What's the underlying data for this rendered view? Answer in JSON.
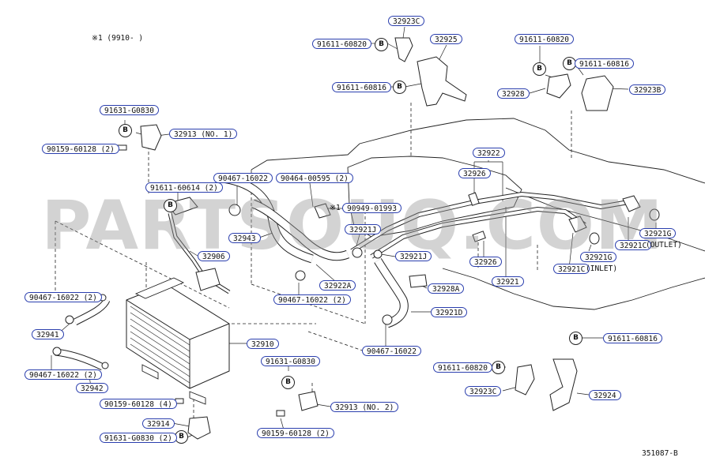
{
  "header_note": "※1 (9910-      )",
  "diagram_code": "351087-B",
  "watermark": "PARTSOUQ.COM",
  "marker_letter": "B",
  "colors": {
    "label_border": "#2b3fae",
    "line": "#222222"
  },
  "labels": {
    "p32923c_top": "32923C",
    "p91611_60820_top": "91611-60820",
    "p32925": "32925",
    "p91611_60816_mid": "91611-60816",
    "p91611_60820_tr": "91611-60820",
    "p91611_60816_tr": "91611-60816",
    "p32928": "32928",
    "p32923b": "32923B",
    "p91631_g0830_l": "91631-G0830",
    "p32913_no1": "32913 (NO. 1)",
    "p90159_60128_2a": "90159-60128 (2)",
    "p32922": "32922",
    "p32926_a": "32926",
    "p90467_16022_a": "90467-16022",
    "p90464_00595": "90464-00595 (2)",
    "p91611_60614": "91611-60614 (2)",
    "p90949_01993": "90949-01993",
    "p32943": "32943",
    "p32921j_a": "32921J",
    "p32906": "32906",
    "p32921j_b": "32921J",
    "p32926_b": "32926",
    "p32921g_a": "32921G",
    "p32921g_b": "32921G",
    "p32921c_inlet": "32921C",
    "p32921c_outlet": "32921C",
    "p32922a": "32922A",
    "p32921": "32921",
    "p90467_16022_2b": "90467-16022 (2)",
    "p32928a": "32928A",
    "p90467_16022_2a": "90467-16022 (2)",
    "p32921d": "32921D",
    "p32941": "32941",
    "p32910": "32910",
    "p90467_16022_b": "90467-16022",
    "p91611_60816_br": "91611-60816",
    "p90467_16022_2c": "90467-16022 (2)",
    "p91631_g0830_m": "91631-G0830",
    "p91611_60820_br": "91611-60820",
    "p32942": "32942",
    "p32923c_br": "32923C",
    "p32924": "32924",
    "p90159_60128_4": "90159-60128 (4)",
    "p32913_no2": "32913 (NO. 2)",
    "p32914": "32914",
    "p90159_60128_2b": "90159-60128 (2)",
    "p91631_g0830_b": "91631-G0830 (2)"
  },
  "suffixes": {
    "inlet": "(INLET)",
    "outlet": "(OUTLET)",
    "ref1": "※1"
  }
}
